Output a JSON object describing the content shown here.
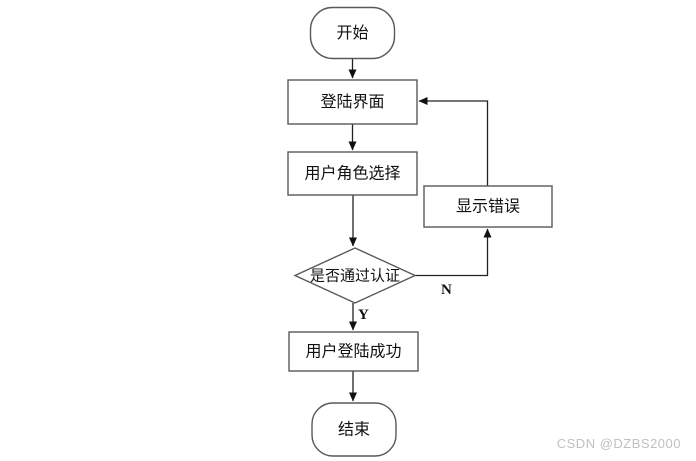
{
  "diagram": {
    "type": "flowchart",
    "background": "#ffffff",
    "line_color": "#222222",
    "box_border_color": "#595959",
    "text_color": "#111111",
    "nodes": [
      {
        "id": "start",
        "type": "terminator",
        "label": "开始"
      },
      {
        "id": "login",
        "type": "process",
        "label": "登陆界面"
      },
      {
        "id": "role",
        "type": "process",
        "label": "用户角色选择"
      },
      {
        "id": "auth",
        "type": "decision",
        "label": "是否通过认证"
      },
      {
        "id": "error",
        "type": "process",
        "label": "显示错误"
      },
      {
        "id": "success",
        "type": "process",
        "label": "用户登陆成功"
      },
      {
        "id": "end",
        "type": "terminator",
        "label": "结束"
      }
    ],
    "edges": [
      {
        "from": "start",
        "to": "login",
        "label": ""
      },
      {
        "from": "login",
        "to": "role",
        "label": ""
      },
      {
        "from": "role",
        "to": "auth",
        "label": ""
      },
      {
        "from": "auth",
        "to": "success",
        "label": "Y"
      },
      {
        "from": "auth",
        "to": "error",
        "label": "N"
      },
      {
        "from": "error",
        "to": "login",
        "label": ""
      },
      {
        "from": "success",
        "to": "end",
        "label": ""
      }
    ]
  },
  "watermark": {
    "text": "CSDN @DZBS2000",
    "color": "#c0c0c0"
  }
}
